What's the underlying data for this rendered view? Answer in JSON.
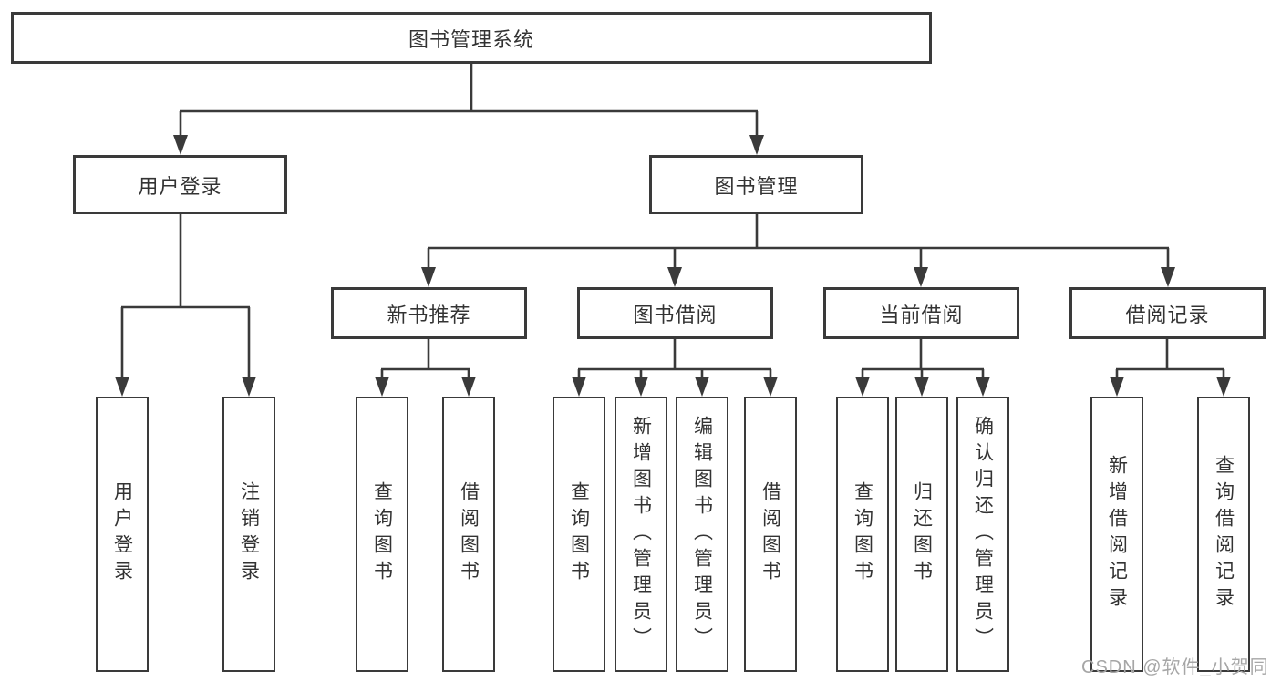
{
  "colors": {
    "line": "#3a3a3a",
    "text": "#333333",
    "box_bg": "#ffffff",
    "background": "#ffffff",
    "watermark": "#a6a6a6"
  },
  "diagram": {
    "root": {
      "label": "图书管理系统"
    },
    "level2": [
      "用户登录",
      "图书管理"
    ],
    "level3": [
      "新书推荐",
      "图书借阅",
      "当前借阅",
      "借阅记录"
    ],
    "leaves": [
      "用户登录",
      "注销登录",
      "查询图书",
      "借阅图书",
      "查询图书",
      "新增图书（管理员）",
      "编辑图书（管理员）",
      "借阅图书",
      "查询图书",
      "归还图书",
      "确认归还（管理员）",
      "新增借阅记录",
      "查询借阅记录"
    ],
    "watermark": "CSDN @软件_小贺同学"
  }
}
